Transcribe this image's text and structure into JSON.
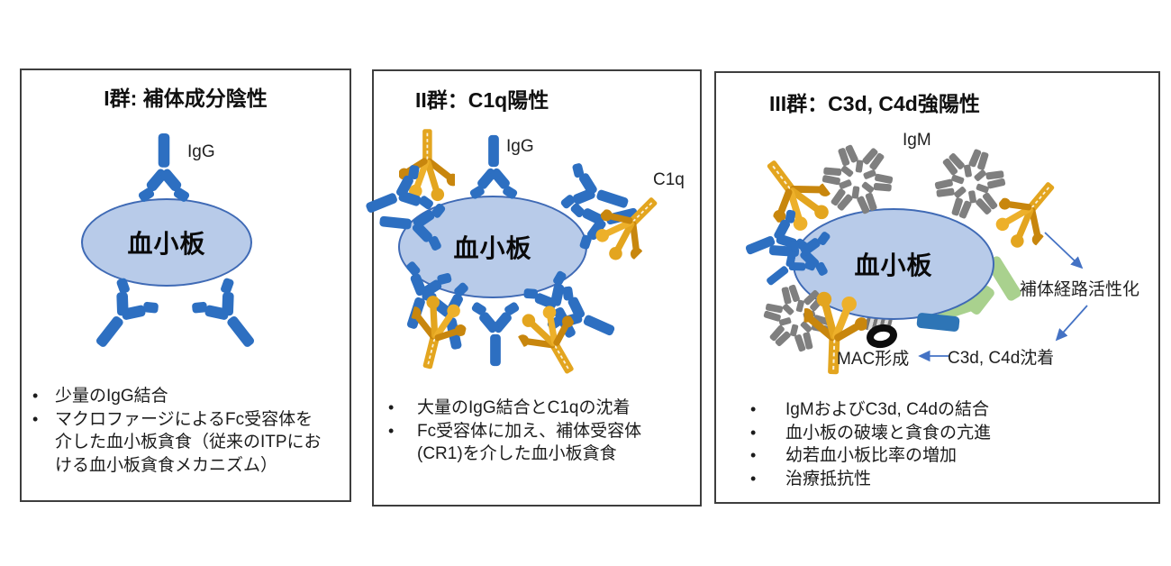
{
  "colors": {
    "igg_blue": "#2D6FC1",
    "c1q_gold": "#E3A51F",
    "c1q_gold_dark": "#C8860D",
    "igm_gray": "#7F7F7F",
    "platelet_fill": "#B8CBE9",
    "platelet_border": "#3F6AB5",
    "c3d_green": "#A9D18E",
    "c4d_blue": "#2E75B6",
    "arrow_blue": "#4472C4",
    "mac_black": "#0D0D0D",
    "panel_border": "#3E3E3E"
  },
  "icons": {
    "igg": "igg-antibody-icon",
    "c1q": "c1q-complement-icon",
    "igm": "igm-pentamer-icon",
    "mac_pore": "mac-pore-icon",
    "mac_stalk": "mac-stalk-icon",
    "c3d_fragment": "c3d-fragment-icon",
    "c4d_fragment": "c4d-fragment-icon",
    "arrow": "flow-arrow-icon"
  },
  "panels": [
    {
      "title": "I群: 補体成分陰性",
      "platelet_label": "血小板",
      "labels": {
        "igg": "IgG"
      },
      "bullets": [
        "少量のIgG結合",
        "マクロファージによるFc受容体を介した血小板貪食（従来のITPにおける血小板貪食メカニズム）"
      ]
    },
    {
      "title": "II群：C1q陽性",
      "platelet_label": "血小板",
      "labels": {
        "igg": "IgG",
        "c1q": "C1q"
      },
      "bullets": [
        "大量のIgG結合とC1qの沈着",
        "Fc受容体に加え、補体受容体(CR1)を介した血小板貪食"
      ]
    },
    {
      "title": "III群：C3d, C4d強陽性",
      "platelet_label": "血小板",
      "labels": {
        "igm": "IgM",
        "mac": "MAC形成",
        "deposition": "C3d, C4d沈着",
        "activation": "補体経路活性化"
      },
      "bullets": [
        "IgMおよびC3d, C4dの結合",
        "血小板の破壊と貪食の亢進",
        "幼若血小板比率の増加",
        "治療抵抗性"
      ]
    }
  ]
}
